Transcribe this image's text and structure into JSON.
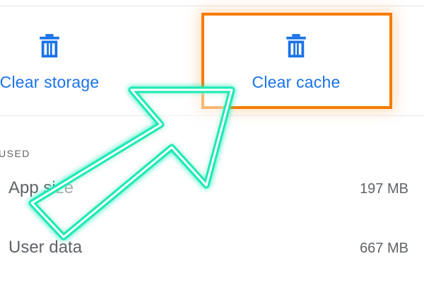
{
  "actions": {
    "clear_storage_label": "Clear storage",
    "clear_cache_label": "Clear cache"
  },
  "storage": {
    "section_header": "USED",
    "rows": [
      {
        "label": "App size",
        "value": "197 MB"
      },
      {
        "label": "User data",
        "value": "667 MB"
      }
    ]
  },
  "icons": {
    "clear_storage": "trash-icon",
    "clear_cache": "trash-icon"
  },
  "colors": {
    "accent": "#1a73e8",
    "highlight": "#f57c00",
    "arrow": "#1de9b6",
    "text_secondary": "#5f6368"
  }
}
